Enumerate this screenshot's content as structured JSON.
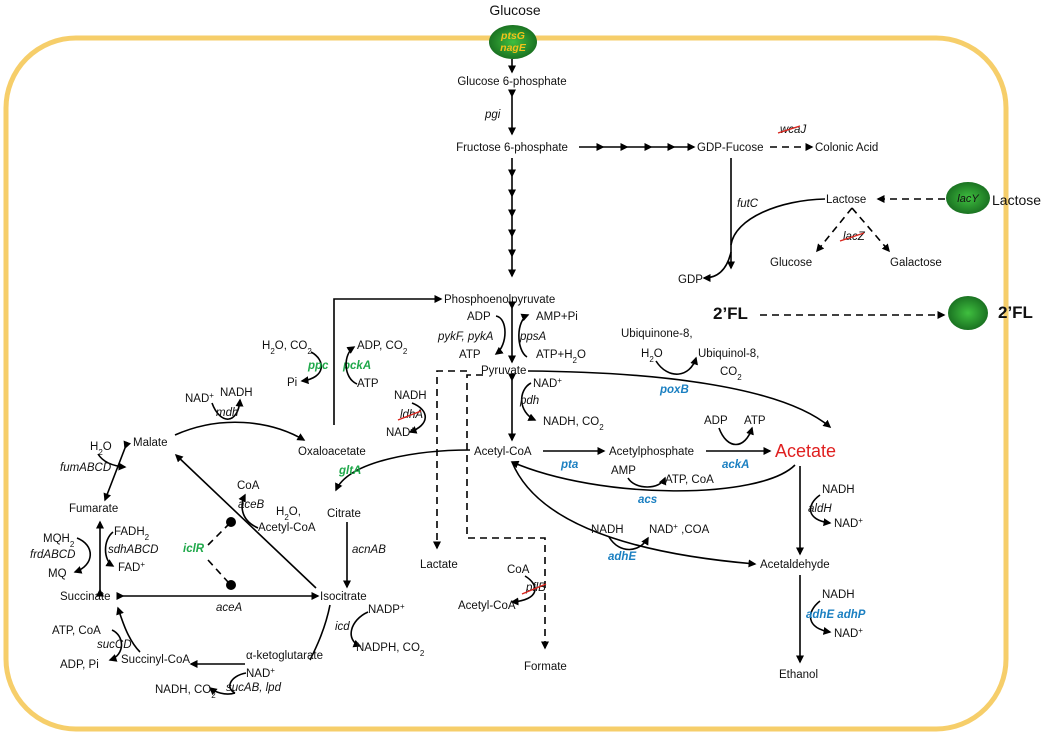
{
  "colors": {
    "cell_border": "#f6ce6a",
    "transporter_green": "#1e8f2e",
    "gene_green": "#1fa84a",
    "gene_blue": "#1a7fc1",
    "acetate_red": "#e02020"
  },
  "extracellular": {
    "glucose": "Glucose",
    "lactose": "Lactose",
    "twofl": "2’FL"
  },
  "transporters": {
    "ptsG": "ptsG",
    "nagE": "nagE",
    "lacY": "lacY"
  },
  "metabolites": {
    "g6p": "Glucose 6-phosphate",
    "f6p": "Fructose 6-phosphate",
    "gdp_fucose": "GDP-Fucose",
    "colanic": "Colonic Acid",
    "lactose_in": "Lactose",
    "glucose_out": "Glucose",
    "galactose": "Galactose",
    "gdp": "GDP",
    "twofl_in": "2’FL",
    "pep": "Phosphoenolpyruvate",
    "adp_pyk": "ADP",
    "atp_pyk": "ATP",
    "amp_pi": "AMP+Pi",
    "atp_h2o": "ATP+H",
    "pyruvate": "Pyruvate",
    "ubiquinone": "Ubiquinone-8,",
    "h2o_pox": "H",
    "ubiquinol": "Ubiquinol-8,",
    "co2_pox": "CO",
    "nadp_pdh": "NAD",
    "nadh_co2_pdh": "NADH, CO",
    "nadh_ldh": "NADH",
    "nad_ldh": "NAD",
    "acetyl_coa": "Acetyl-CoA",
    "acetylphosphate": "Acetylphosphate",
    "adp_ack": "ADP",
    "atp_ack": "ATP",
    "acetate": "Acetate",
    "amp_acs": "AMP",
    "atp_coa_acs": "ATP, CoA",
    "nadh_adhE": "NADH",
    "nad_coa_adhE": "NAD",
    "coa_adhE": " ,COA",
    "acetaldehyde": "Acetaldehyde",
    "nadh_aldh": "NADH",
    "nad_aldh": "NAD",
    "nadh_adh": "NADH",
    "nad_adh": "NAD",
    "ethanol": "Ethanol",
    "lactate": "Lactate",
    "coa_pfl": "CoA",
    "acetyl_coa_pfl": "Acetyl-CoA",
    "formate": "Formate",
    "h2o_co2_ppc": "H",
    "pi_ppc": "Pi",
    "adp_co2_pck": "ADP, CO",
    "atp_pck": "ATP",
    "oxaloacetate": "Oxaloacetate",
    "citrate": "Citrate",
    "isocitrate": "Isocitrate",
    "akg": "α-ketoglutarate",
    "nadp_icd": "NADP",
    "nadph_co2_icd": "NADPH, CO",
    "succinyl_coa": "Succinyl-CoA",
    "nad_suc": "NAD",
    "nadh_co2_suc": "NADH, CO",
    "atp_coa_suc": "ATP, CoA",
    "adp_pi_suc": "ADP, Pi",
    "succinate": "Succinate",
    "fumarate": "Fumarate",
    "malate": "Malate",
    "h2o_fum": "H",
    "nad_mdh": "NAD",
    "nadh_mdh": "NADH",
    "mqh2": "MQH",
    "fadh2": "FADH",
    "mq": "MQ",
    "fad": "FAD",
    "coa_aceB": "CoA",
    "h2o_acetylcoa_aceB1": "H",
    "h2o_acetylcoa_aceB2": "Acetyl-CoA"
  },
  "genes": {
    "pgi": "pgi",
    "wcaJ": "wcaJ",
    "futC": "futC",
    "lacZ": "lacZ",
    "pykF_pykA": "pykF, pykA",
    "ppsA": "ppsA",
    "poxB": "poxB",
    "pdh": "pdh",
    "ldhA": "ldhA",
    "pta": "pta",
    "ackA": "ackA",
    "acs": "acs",
    "adhE": "adhE",
    "aldH": "aldH",
    "adhE_adhP": "adhE adhP",
    "pflB": "pflB",
    "ppc": "ppc",
    "pckA": "pckA",
    "gltA": "gltA",
    "acnAB": "acnAB",
    "icd": "icd",
    "sucAB_lpd": "sucAB, lpd",
    "sucCD": "sucCD",
    "sdhABCD": "sdhABCD",
    "frdABCD": "frdABCD",
    "fumABCD": "fumABCD",
    "mdh": "mdh",
    "aceB": "aceB",
    "aceA": "aceA",
    "iclR": "iclR"
  }
}
